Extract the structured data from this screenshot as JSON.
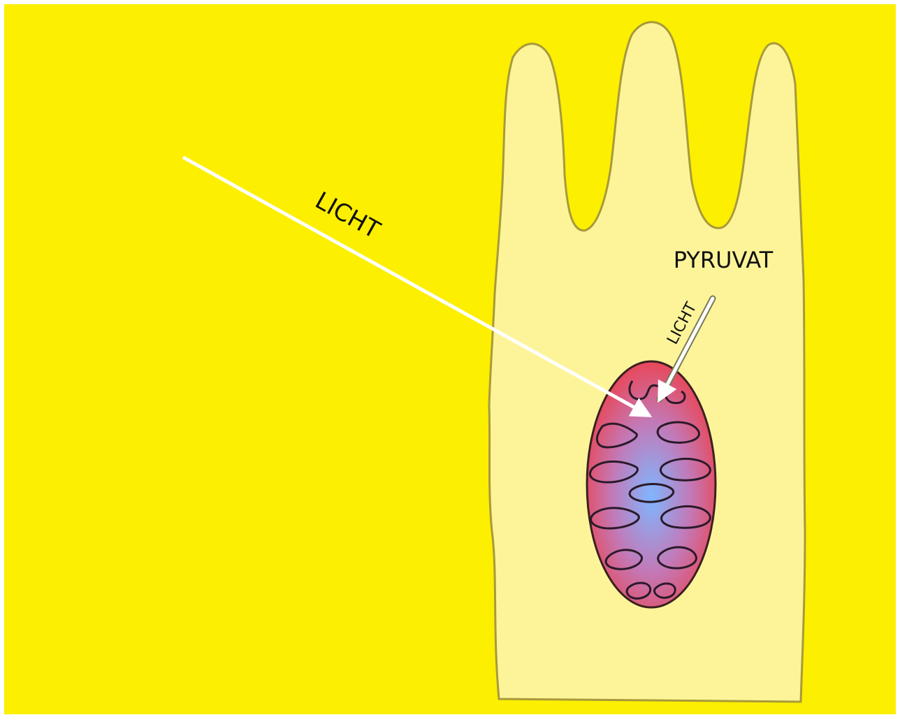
{
  "labels": {
    "light_main": "LICHT",
    "pyruvate": "PYRUVAT",
    "light_small": "LICHT"
  },
  "colors": {
    "background": "#fcef00",
    "cell": "#fdf499",
    "cell_outline": "#a89a3a",
    "mitochondrion_outer": "#e8485a",
    "mitochondrion_inner": "#7fb6ff",
    "cristae": "#2a1a2a",
    "arrow": "#ffffff"
  },
  "icons": [
    "cell-shape",
    "mitochondrion-icon",
    "arrow-icon"
  ]
}
